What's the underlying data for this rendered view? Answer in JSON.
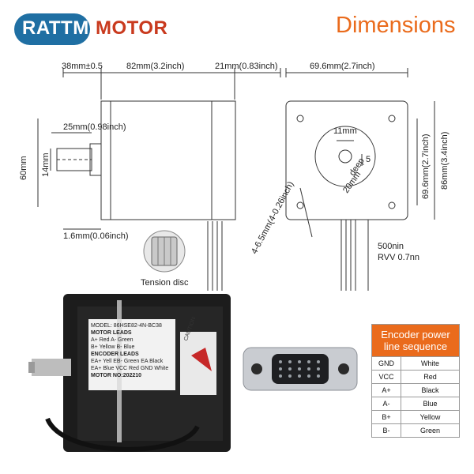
{
  "brand": {
    "rattm": "RATTM",
    "motor": "MOTOR"
  },
  "title": "Dimensions",
  "dimensions": {
    "flange_thickness": "38mm±0.5",
    "body_length": "82mm(3.2inch)",
    "rear_length": "21mm(0.83inch)",
    "shaft_length": "25mm(0.98inch)",
    "height": "60mm",
    "shaft_diameter": "14mm",
    "boss_depth": "1.6mm(0.06inch)",
    "hole_spacing": "69.6mm(2.7inch)",
    "hole_spacing_vertical": "69.6mm(2.7inch)",
    "frame_size": "86mm(3.4inch)",
    "keyway_width": "11mm",
    "key_size": "5",
    "key_depth": "deep",
    "key_depth_value": "20mm",
    "mount_holes": "4-6.5mm(4-0.26inch)",
    "cable_length": "500nin",
    "cable_type": "RVV 0.7nn"
  },
  "tension_label": "Tension disc",
  "motor_label": {
    "model": "MODEL: 86HSE82-4N-BC38",
    "leads_title": "MOTOR LEADS",
    "leads_1": "A+ Red    A- Green",
    "leads_2": "B+ Yellow   B- Blue",
    "encoder_title": "ENCODER LEADS",
    "encoder_1": "EA+ Yell   EB- Green   EA Black",
    "encoder_2": "EA+ Blue   VCC Red   GND White",
    "serial": "MOTOR NO:202210",
    "caution": "CAUTION"
  },
  "encoder_table": {
    "title": "Encoder power line sequence",
    "rows": [
      {
        "signal": "GND",
        "color": "White"
      },
      {
        "signal": "VCC",
        "color": "Red"
      },
      {
        "signal": "A+",
        "color": "Black"
      },
      {
        "signal": "A-",
        "color": "Blue"
      },
      {
        "signal": "B+",
        "color": "Yellow"
      },
      {
        "signal": "B-",
        "color": "Green"
      }
    ]
  },
  "colors": {
    "brand_blue": "#1f6fa3",
    "brand_red": "#c93a1e",
    "accent_orange": "#ea6b1c"
  }
}
